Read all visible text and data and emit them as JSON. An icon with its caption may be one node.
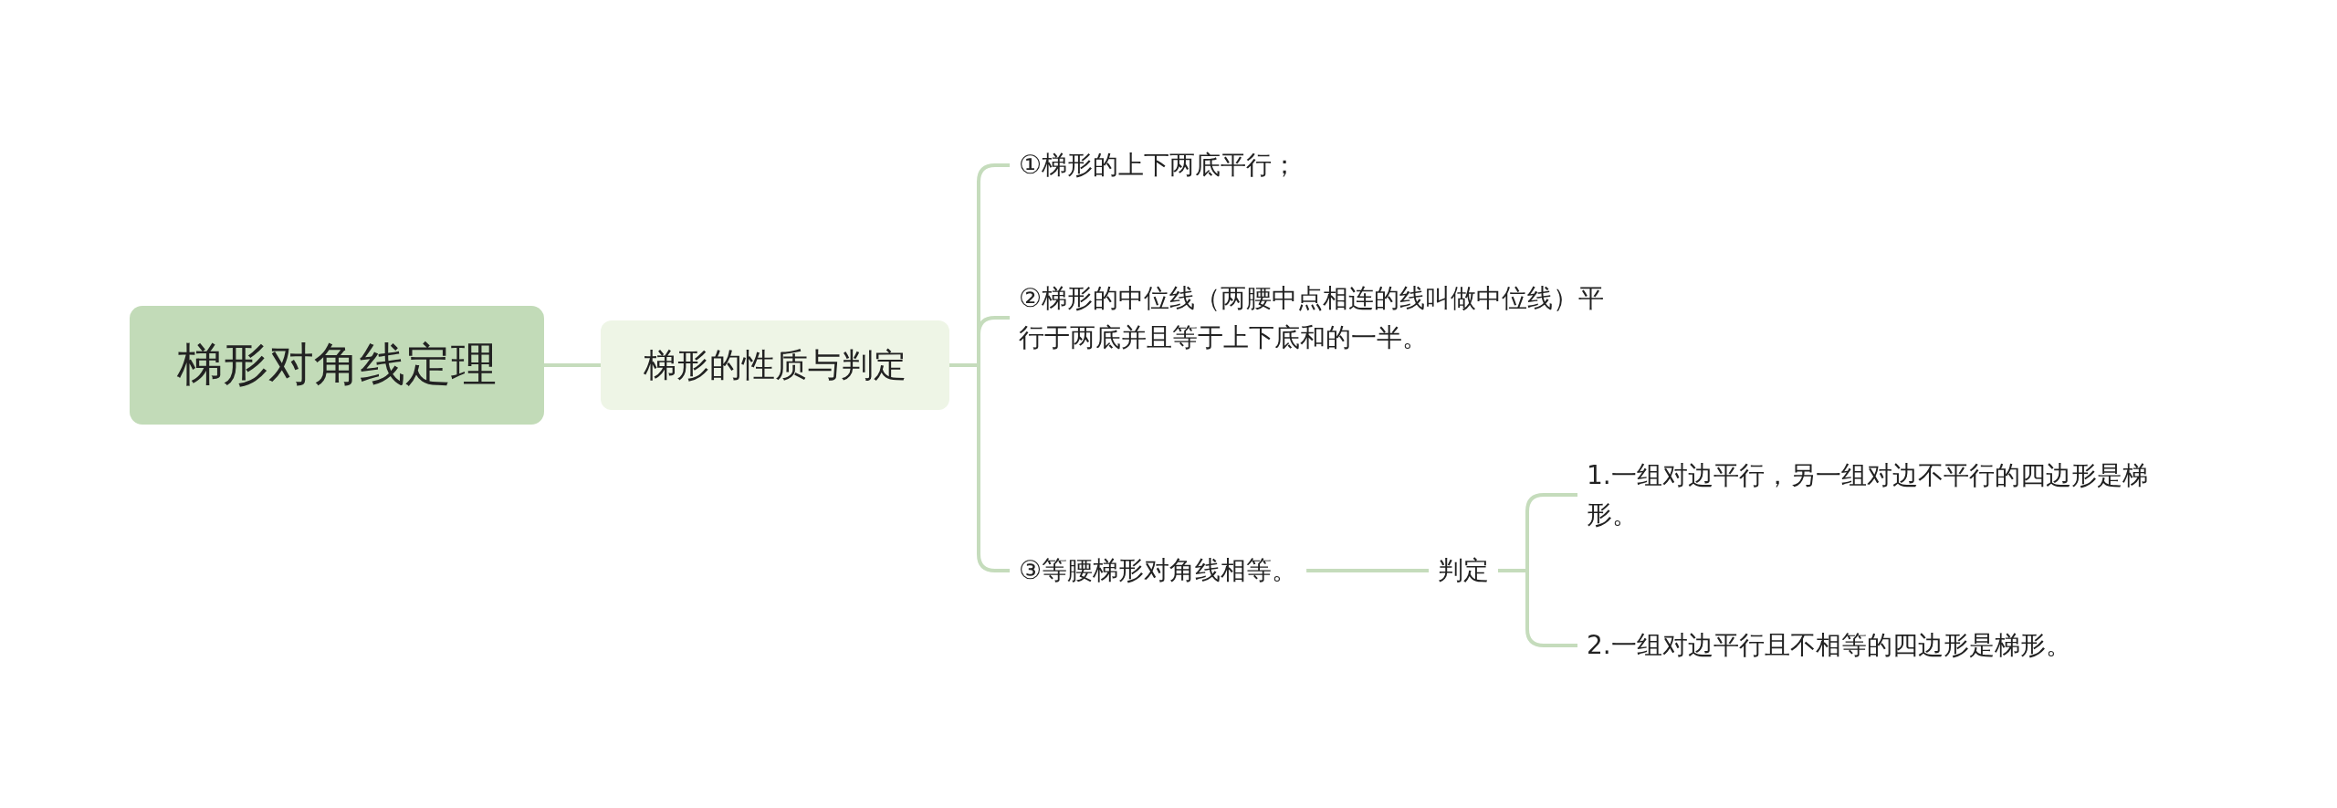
{
  "diagram": {
    "nodes": [
      {
        "text": [
          "梯形对角线定理"
        ]
      },
      {
        "text": [
          "梯形的性质与判定"
        ]
      },
      {
        "text": [
          "①梯形的上下两底平行；"
        ]
      },
      {
        "text": [
          "②梯形的中位线（两腰中点相连的线叫做中位线）平行于两底并且等于上下底和的一半。"
        ]
      },
      {
        "text": [
          "③等腰梯形对角线相等。"
        ]
      },
      {
        "text": [
          "判定"
        ]
      },
      {
        "text": [
          "1.一组对边平行，另一组对边不平行的四边形是梯形。"
        ]
      },
      {
        "text": [
          "2.一组对边平行且不相等的四边形是梯形。"
        ]
      }
    ],
    "edges": [
      {
        "from": 0,
        "to": 1,
        "arrow": "none"
      },
      {
        "from": 1,
        "to": 2,
        "arrow": "none"
      },
      {
        "from": 1,
        "to": 3,
        "arrow": "none"
      },
      {
        "from": 1,
        "to": 4,
        "arrow": "none"
      },
      {
        "from": 4,
        "to": 5,
        "arrow": "none"
      },
      {
        "from": 5,
        "to": 6,
        "arrow": "none"
      },
      {
        "from": 5,
        "to": 7,
        "arrow": "none"
      }
    ]
  }
}
